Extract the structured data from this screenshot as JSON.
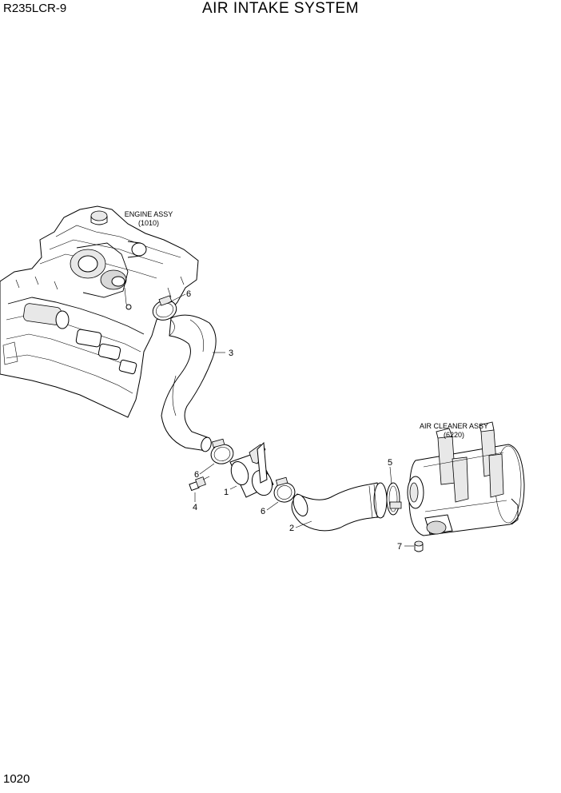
{
  "header": {
    "model": "R235LCR-9",
    "title": "AIR INTAKE SYSTEM"
  },
  "footer": {
    "page_number": "1020"
  },
  "assemblies": {
    "engine": {
      "name": "ENGINE ASSY",
      "code": "(1010)"
    },
    "air_cleaner": {
      "name": "AIR CLEANER ASSY",
      "code": "(6220)"
    }
  },
  "callouts": {
    "c1": "1",
    "c2": "2",
    "c3": "3",
    "c4": "4",
    "c5": "5",
    "c6a": "6",
    "c6b": "6",
    "c6c": "6",
    "c7": "7"
  }
}
